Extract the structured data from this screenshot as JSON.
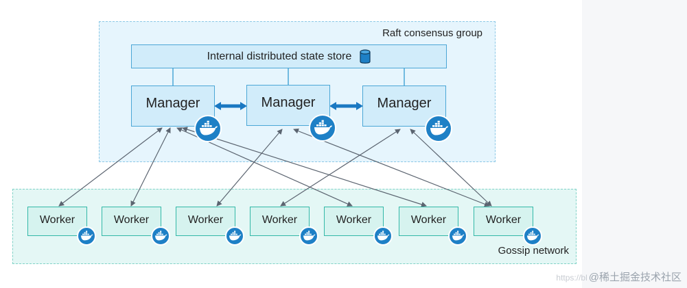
{
  "raft_group": {
    "label": "Raft consensus group"
  },
  "store": {
    "label": "Internal distributed state store",
    "icon": "database-icon"
  },
  "managers": [
    {
      "label": "Manager",
      "icon": "docker-whale-icon"
    },
    {
      "label": "Manager",
      "icon": "docker-whale-icon"
    },
    {
      "label": "Manager",
      "icon": "docker-whale-icon"
    }
  ],
  "gossip_group": {
    "label": "Gossip network"
  },
  "workers": [
    {
      "label": "Worker",
      "icon": "docker-whale-icon"
    },
    {
      "label": "Worker",
      "icon": "docker-whale-icon"
    },
    {
      "label": "Worker",
      "icon": "docker-whale-icon"
    },
    {
      "label": "Worker",
      "icon": "docker-whale-icon"
    },
    {
      "label": "Worker",
      "icon": "docker-whale-icon"
    },
    {
      "label": "Worker",
      "icon": "docker-whale-icon"
    },
    {
      "label": "Worker",
      "icon": "docker-whale-icon"
    }
  ],
  "connections": {
    "manager_to_manager": [
      [
        0,
        1
      ],
      [
        1,
        2
      ]
    ],
    "manager_to_worker": [
      [
        0,
        0
      ],
      [
        0,
        1
      ],
      [
        0,
        4
      ],
      [
        0,
        5
      ],
      [
        1,
        2
      ],
      [
        1,
        6
      ],
      [
        2,
        3
      ],
      [
        2,
        6
      ]
    ]
  },
  "colors": {
    "manager_fill": "#d1ecfa",
    "worker_fill": "#d6f3ef",
    "docker_blue": "#1e80c6",
    "arrow": "#1a78c2"
  },
  "watermark": {
    "faint": "https://bl",
    "text": "@稀土掘金技术社区"
  }
}
